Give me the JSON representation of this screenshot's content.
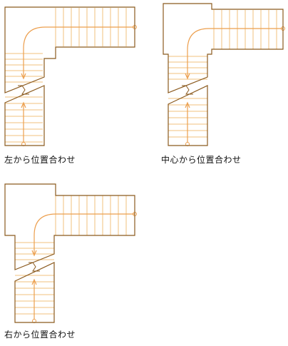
{
  "diagrams": [
    {
      "id": "left",
      "caption": "左から位置合わせ"
    },
    {
      "id": "center",
      "caption": "中心から位置合わせ"
    },
    {
      "id": "right",
      "caption": "右から位置合わせ"
    }
  ],
  "colors": {
    "outline": "#8b5a1e",
    "steps": "#f2c27e",
    "arrow": "#ec9f4e"
  }
}
